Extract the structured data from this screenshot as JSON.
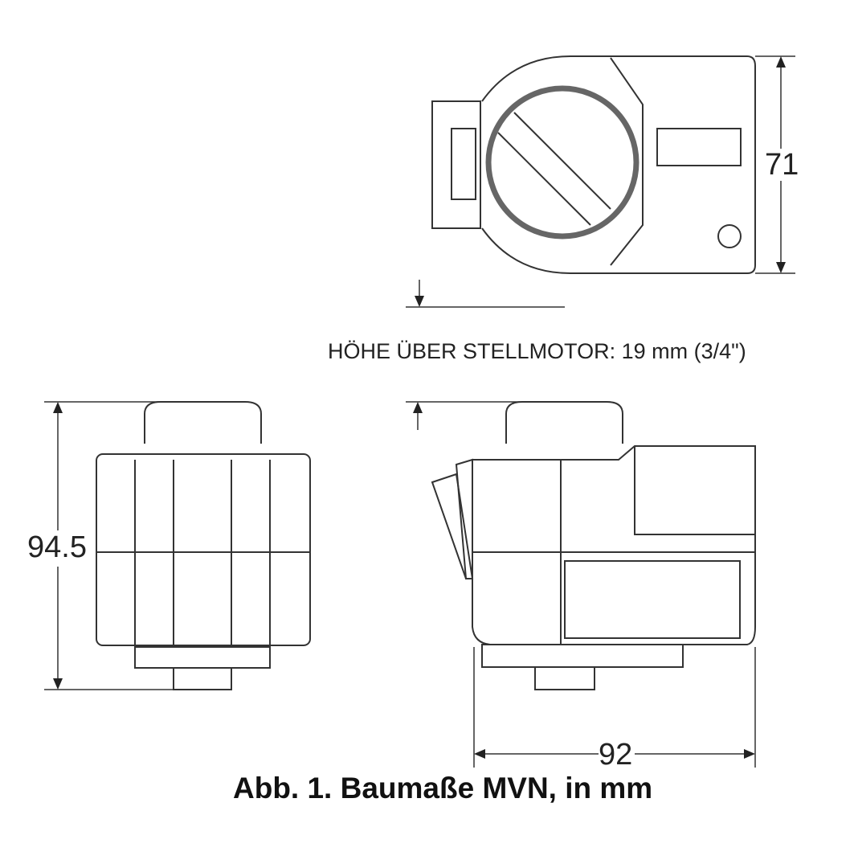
{
  "dimensions": {
    "width_top": "71",
    "height_side": "94.5",
    "depth": "92"
  },
  "note": "HÖHE ÜBER STELLMOTOR: 19 mm (3/4\")",
  "caption": "Abb. 1. Baumaße MVN, in mm"
}
